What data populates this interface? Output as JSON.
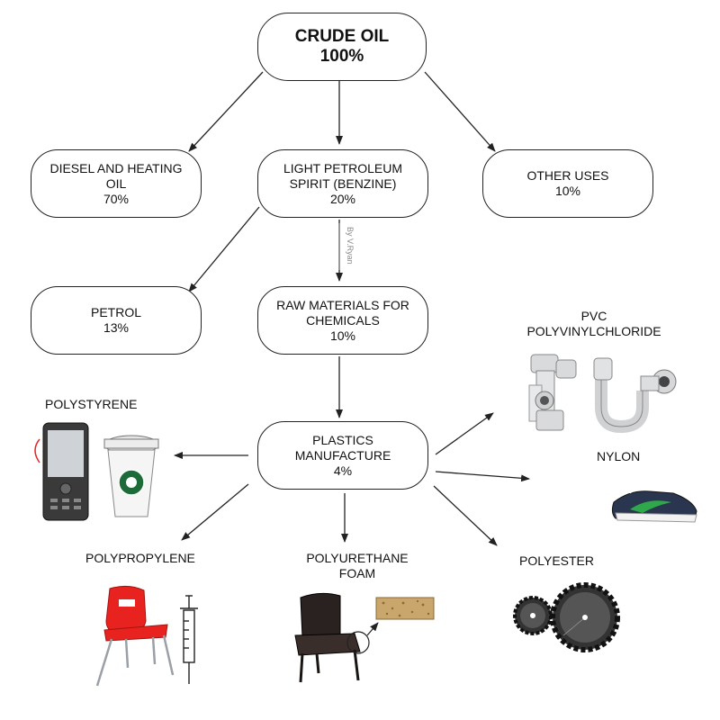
{
  "root": {
    "line1": "CRUDE OIL",
    "line2": "100%"
  },
  "diesel": {
    "line1": "DIESEL AND HEATING",
    "line2": "OIL",
    "line3": "70%"
  },
  "light": {
    "line1": "LIGHT PETROLEUM",
    "line2": "SPIRIT (BENZINE)",
    "line3": "20%"
  },
  "other": {
    "line1": "OTHER USES",
    "line2": "10%"
  },
  "petrol": {
    "line1": "PETROL",
    "line2": "13%"
  },
  "raw": {
    "line1": "RAW MATERIALS FOR",
    "line2": "CHEMICALS",
    "line3": "10%"
  },
  "plastics": {
    "line1": "PLASTICS",
    "line2": "MANUFACTURE",
    "line3": "4%"
  },
  "products": {
    "polystyrene": "POLYSTYRENE",
    "pvc_line1": "PVC",
    "pvc_line2": "POLYVINYLCHLORIDE",
    "nylon": "NYLON",
    "polypropylene": "POLYPROPYLENE",
    "polyurethane_line1": "POLYURETHANE",
    "polyurethane_line2": "FOAM",
    "polyester": "POLYESTER"
  },
  "watermark": "By V.Ryan",
  "colors": {
    "stroke": "#222222",
    "chair_red": "#e8221f",
    "shoe_green": "#2ea84a",
    "shoe_navy": "#2a3550",
    "sponge": "#c9a66b"
  },
  "icons": [
    "phone-icon",
    "coffee-cup-icon",
    "pvc-pipe-icon",
    "trainer-shoe-icon",
    "plastic-chair-icon",
    "syringe-icon",
    "leather-chair-icon",
    "foam-sample-icon",
    "gears-icon"
  ]
}
